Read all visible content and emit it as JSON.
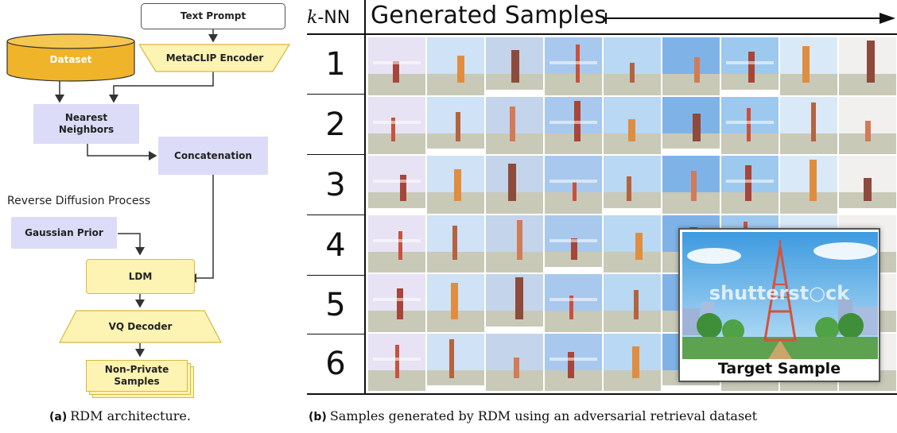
{
  "diagram": {
    "text_prompt": "Text Prompt",
    "dataset": "Dataset",
    "encoder": "MetaCLIP Encoder",
    "nearest_neighbors": "Nearest\nNeighbors",
    "concatenation": "Concatenation",
    "reverse_diffusion": "Reverse Diffusion Process",
    "gaussian_prior": "Gaussian Prior",
    "ldm": "LDM",
    "vq_decoder": "VQ Decoder",
    "non_private": "Non-Private\nSamples"
  },
  "grid": {
    "knn_k": "k",
    "knn_suffix": "-NN",
    "header": "Generated Samples",
    "rows": [
      "1",
      "2",
      "3",
      "4",
      "5",
      "6"
    ],
    "target_label": "Target Sample",
    "watermark": "shutterst○ck"
  },
  "captions": {
    "a_tag": "(a)",
    "a_text": "RDM architecture.",
    "b_tag": "(b)",
    "b_text": "Samples generated by RDM using an adversarial retrieval dataset"
  },
  "colors": {
    "purple_box": "#dcdcf8",
    "yellow_box": "#fdf3b2",
    "dataset_fill": "#f0b42a",
    "arrow": "#333333"
  }
}
